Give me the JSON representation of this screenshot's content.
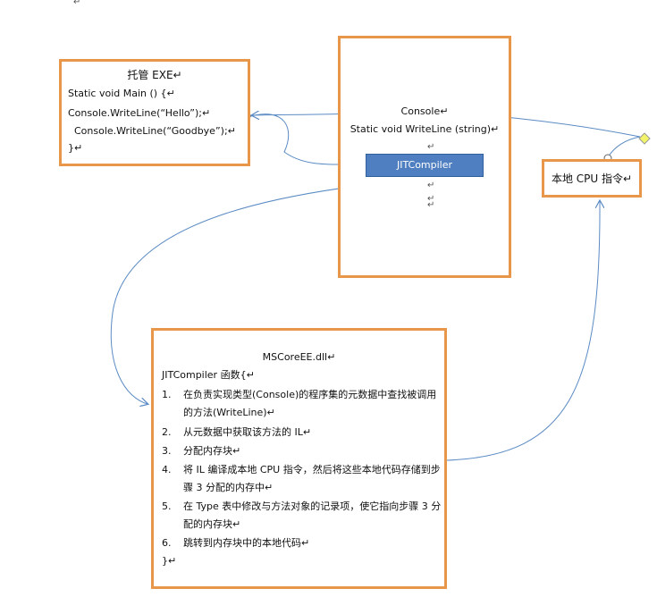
{
  "colors": {
    "box_border": "#e8964a",
    "arrow": "#5b8bc4",
    "jit_fill": "#4f7fc0",
    "junction": "#f3f36a"
  },
  "top_mark": "↵",
  "exe": {
    "title": "托管 EXE↵",
    "lines": [
      "Static void Main () {↵",
      "Console.WriteLine(“Hello”);↵",
      "Console.WriteLine(“Goodbye”);↵",
      "}↵"
    ]
  },
  "console": {
    "title": "Console↵",
    "method": "Static void WriteLine (string)↵",
    "jit_button": "JITCompiler",
    "marks": [
      "↵",
      "↵",
      "↵",
      "↵"
    ]
  },
  "cpu": {
    "label": "本地 CPU 指令↵"
  },
  "mscore": {
    "title": "MSCoreEE.dll↵",
    "func_header": "JITCompiler 函数{↵",
    "steps": [
      {
        "num": "1.",
        "text": "在负责实现类型(Console)的程序集的元数据中查找被调用的方法(WriteLine)↵"
      },
      {
        "num": "2.",
        "text": "从元数据中获取该方法的 IL↵"
      },
      {
        "num": "3.",
        "text": "分配内存块↵"
      },
      {
        "num": "4.",
        "text": "将 IL 编译成本地 CPU 指令，然后将这些本地代码存储到步骤 3 分配的内存中↵"
      },
      {
        "num": "5.",
        "text": "在 Type 表中修改与方法对象的记录项，使它指向步骤 3 分配的内存块↵"
      },
      {
        "num": "6.",
        "text": "跳转到内存块中的本地代码↵"
      }
    ],
    "closing": "}↵"
  }
}
